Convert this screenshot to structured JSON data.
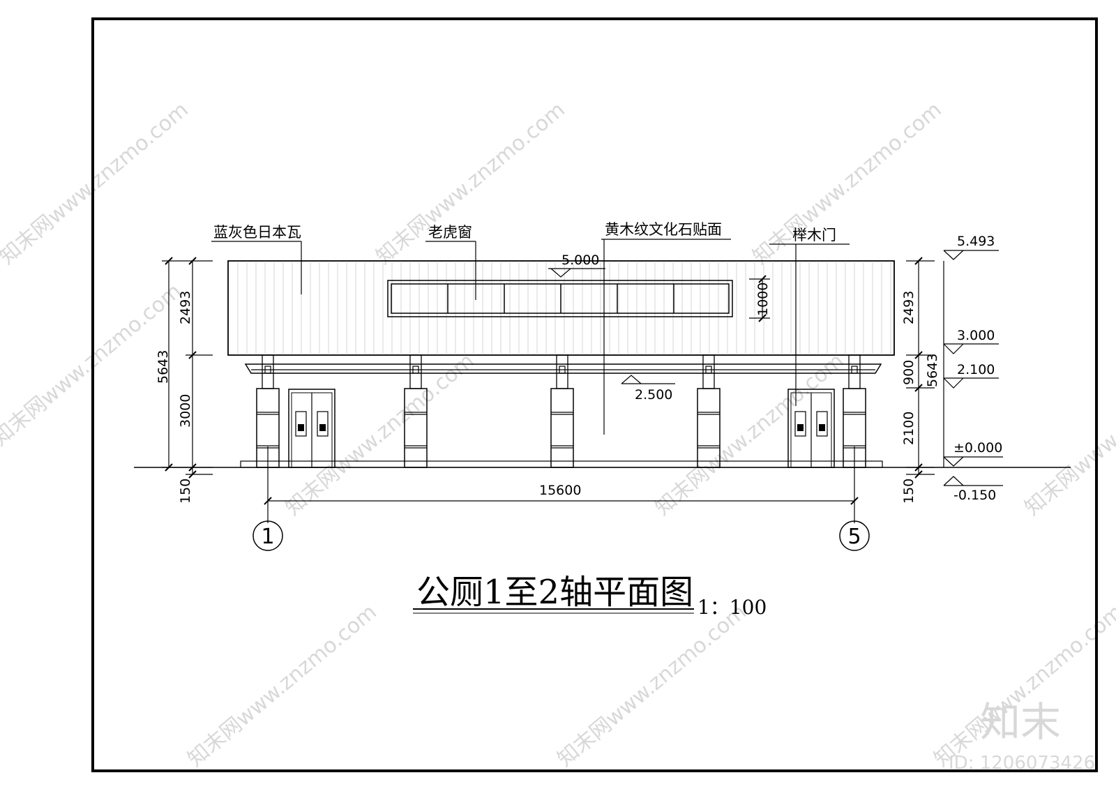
{
  "drawing": {
    "title": "公厕1至2轴平面图",
    "scale": "1：100"
  },
  "callouts": {
    "roof": "蓝灰色日本瓦",
    "window": "老虎窗",
    "stone": "黄木纹文化石贴面",
    "door": "榉木门"
  },
  "elevations": {
    "top": "5.493",
    "window_top": "5.000",
    "eave": "3.000",
    "beam_top": "2.100",
    "beam": "2.500",
    "floor": "±0.000",
    "ground": "-0.150"
  },
  "dimensions": {
    "left_total": "5643",
    "left_upper": "2493",
    "left_lower": "3000",
    "left_base": "150",
    "right_upper": "2493",
    "right_900": "900",
    "right_total": "5643",
    "right_2100": "2100",
    "right_base": "150",
    "window_height": "1000",
    "width": "15600"
  },
  "axes": {
    "left": "1",
    "right": "5"
  },
  "watermark": {
    "text": "知末网www.znzmo.com",
    "brand": "知末",
    "id": "ID: 1206073426"
  }
}
